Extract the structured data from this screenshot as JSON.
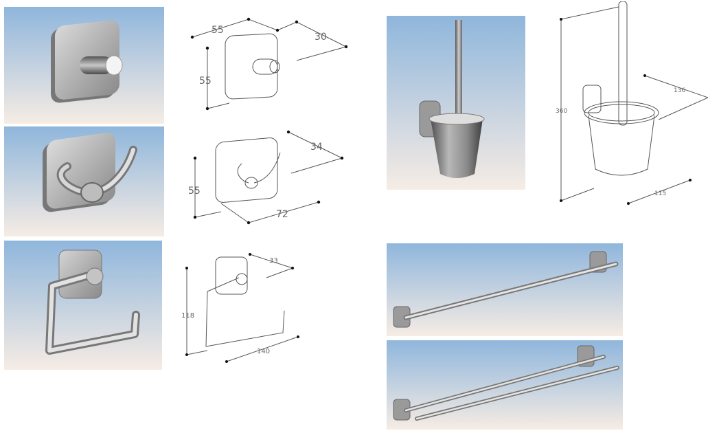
{
  "colors": {
    "sky_top": "#8fb6dc",
    "sky_bottom": "#f6ece4",
    "metal_light": "#f2f2f2",
    "metal_mid": "#b9b9b9",
    "metal_dark": "#6e6e6e",
    "line": "#5a5a5a"
  },
  "products": {
    "robe_hook": {
      "icon": "robe-hook-render",
      "dims": {
        "width": "55",
        "height": "55",
        "depth": "30"
      }
    },
    "double_hook": {
      "icon": "double-hook-render",
      "dims": {
        "height": "55",
        "depth": "34",
        "width": "72"
      }
    },
    "paper_holder": {
      "icon": "toilet-paper-holder-render",
      "dims": {
        "depth": "33",
        "height": "118",
        "width": "140"
      }
    },
    "toilet_brush": {
      "icon": "toilet-brush-holder-render",
      "dims": {
        "height": "360",
        "depth": "136",
        "width": "115"
      }
    },
    "towel_bar": {
      "icon": "single-towel-bar-render"
    },
    "double_towel_bar": {
      "icon": "double-towel-bar-render"
    }
  }
}
